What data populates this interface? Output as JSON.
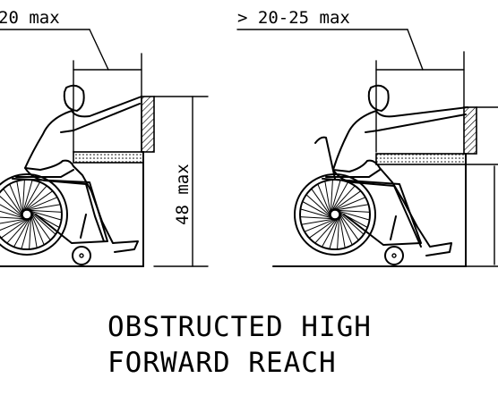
{
  "left_panel": {
    "top_dimension_label": "20 max",
    "height_dimension_label": "48 max"
  },
  "right_panel": {
    "top_dimension_label": "> 20-25 max"
  },
  "caption": {
    "line1": "OBSTRUCTED HIGH",
    "line2": "FORWARD REACH"
  }
}
